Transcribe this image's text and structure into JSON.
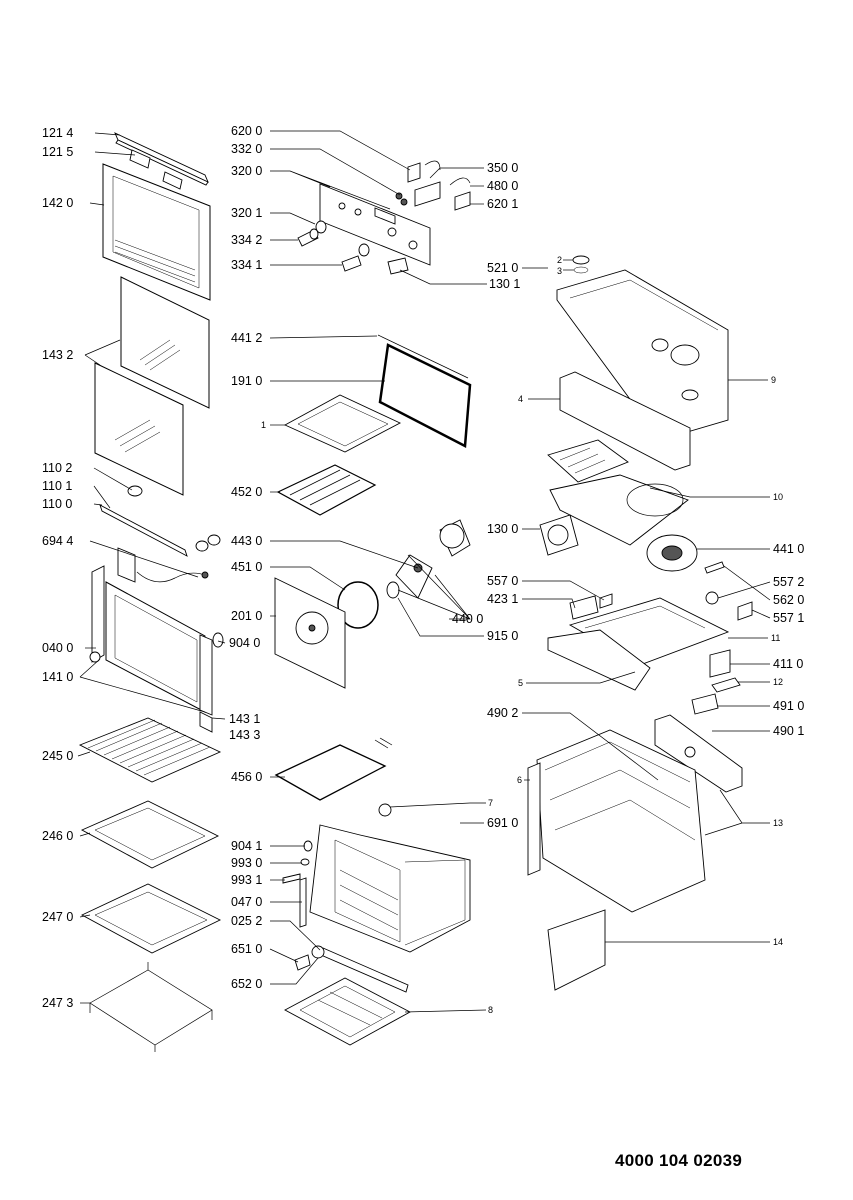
{
  "document_number": "4000 104 02039",
  "labels": {
    "l_1214": "121 4",
    "l_1215": "121 5",
    "l_1420": "142 0",
    "l_1432": "143 2",
    "l_1102": "110 2",
    "l_1101": "110 1",
    "l_1100": "110 0",
    "l_6944": "694 4",
    "l_0400": "040 0",
    "l_1410": "141 0",
    "l_2450": "245 0",
    "l_2460": "246 0",
    "l_2470": "247 0",
    "l_2473": "247 3",
    "l_6200": "620 0",
    "l_3320": "332 0",
    "l_3200": "320 0",
    "l_3201": "320 1",
    "l_3342": "334 2",
    "l_3341": "334 1",
    "l_1301": "130 1",
    "l_4412": "441 2",
    "l_1910": "191 0",
    "l_1": "1",
    "l_4520": "452 0",
    "l_4430": "443 0",
    "l_4510": "451 0",
    "l_2010": "201 0",
    "l_9040": "904 0",
    "l_1431": "143 1",
    "l_1433": "143 3",
    "l_4560": "456 0",
    "l_9041": "904 1",
    "l_9930": "993 0",
    "l_9931": "993 1",
    "l_0470": "047 0",
    "l_0252": "025 2",
    "l_6510": "651 0",
    "l_6520": "652 0",
    "l_3500": "350 0",
    "l_4800": "480 0",
    "l_6201": "620 1",
    "l_2": "2",
    "l_3": "3",
    "l_9": "9",
    "l_4": "4",
    "l_5210": "521 0",
    "l_10": "10",
    "l_1300": "130 0",
    "l_4410": "441 0",
    "l_4400": "440 0",
    "l_9150": "915 0",
    "l_5570": "557 0",
    "l_4231": "423 1",
    "l_5572": "557 2",
    "l_5620": "562 0",
    "l_5571": "557 1",
    "l_11": "11",
    "l_4110": "411 0",
    "l_5": "5",
    "l_12": "12",
    "l_4910": "491 0",
    "l_4902": "490 2",
    "l_4901": "490 1",
    "l_6": "6",
    "l_13": "13",
    "l_7": "7",
    "l_6910": "691 0",
    "l_8": "8",
    "l_14": "14"
  }
}
